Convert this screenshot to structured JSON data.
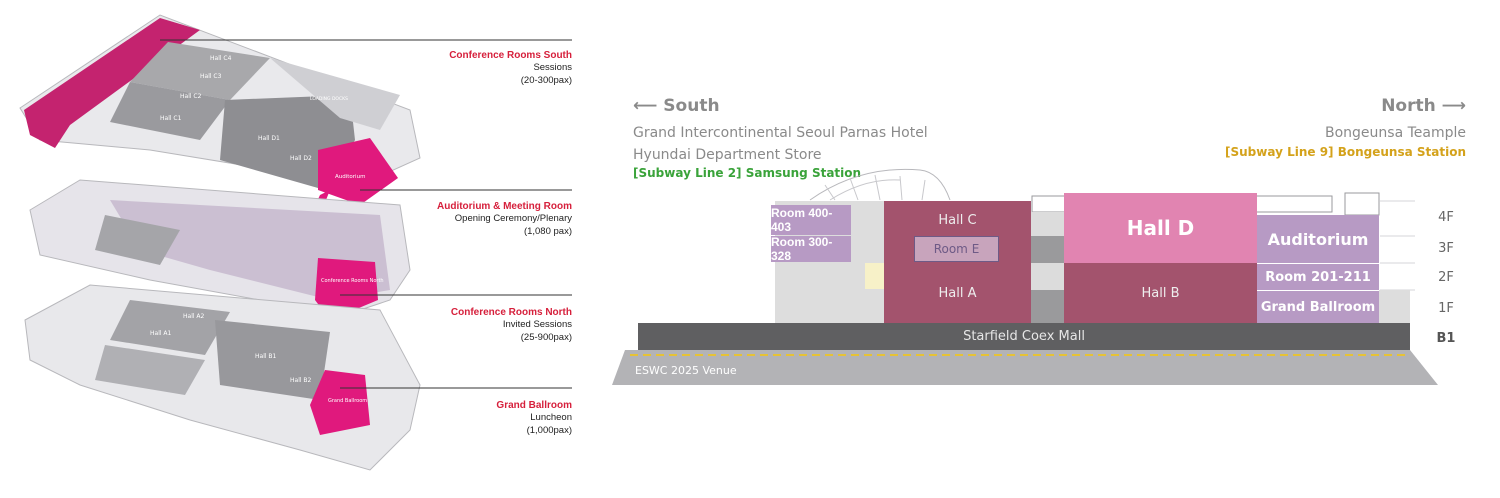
{
  "map_callouts": [
    {
      "title": "Conference Rooms South",
      "subtitle": "Sessions",
      "capacity": "(20-300pax)"
    },
    {
      "title": "Auditorium & Meeting Room",
      "subtitle": "Opening Ceremony/Plenary",
      "capacity": "(1,080 pax)"
    },
    {
      "title": "Conference Rooms North",
      "subtitle": "Invited Sessions",
      "capacity": "(25-900pax)"
    },
    {
      "title": "Grand Ballroom",
      "subtitle": "Luncheon",
      "capacity": "(1,000pax)"
    }
  ],
  "map_labels": {
    "hall_c4": "Hall C4",
    "hall_c3": "Hall C3",
    "hall_c2": "Hall C2",
    "hall_c1": "Hall C1",
    "hall_d1": "Hall D1",
    "hall_d2": "Hall D2",
    "loading_docks": "LOADING DOCKS",
    "auditorium": "Auditorium",
    "conference_rooms_north": "Conference Rooms North",
    "hall_a1": "Hall A1",
    "hall_a2": "Hall A2",
    "hall_b1": "Hall B1",
    "hall_b2": "Hall B2",
    "grand_ballroom": "Grand Ballroom"
  },
  "section": {
    "south_label": "⟵ South",
    "north_label": "North ⟶",
    "south_landmarks": [
      "Grand Intercontinental Seoul Parnas Hotel",
      "Hyundai Department Store"
    ],
    "south_subway": "[Subway Line 2] Samsung Station",
    "north_landmark": "Bongeunsa Teample",
    "north_subway": "[Subway Line 9] Bongeunsa Station",
    "rooms": {
      "room_400": "Room 400-403",
      "room_300": "Room 300-328",
      "hall_c": "Hall C",
      "room_e": "Room E",
      "hall_a": "Hall A",
      "hall_d": "Hall D",
      "hall_b": "Hall B",
      "auditorium": "Auditorium",
      "room_201": "Room 201-211",
      "grand_ballroom": "Grand Ballroom",
      "mall": "Starfield Coex Mall"
    },
    "floors": [
      "4F",
      "3F",
      "2F",
      "1F",
      "B1"
    ],
    "venue_label": "ESWC 2025 Venue"
  },
  "colors": {
    "accent_red": "#d6203c",
    "magenta": "#e0197d",
    "hall_mauve": "#a3536d",
    "hall_d_pink": "#e184b1",
    "room_lavender": "#b79ac4",
    "subway_green": "#3aa33a",
    "subway_gold": "#d4a21b"
  }
}
